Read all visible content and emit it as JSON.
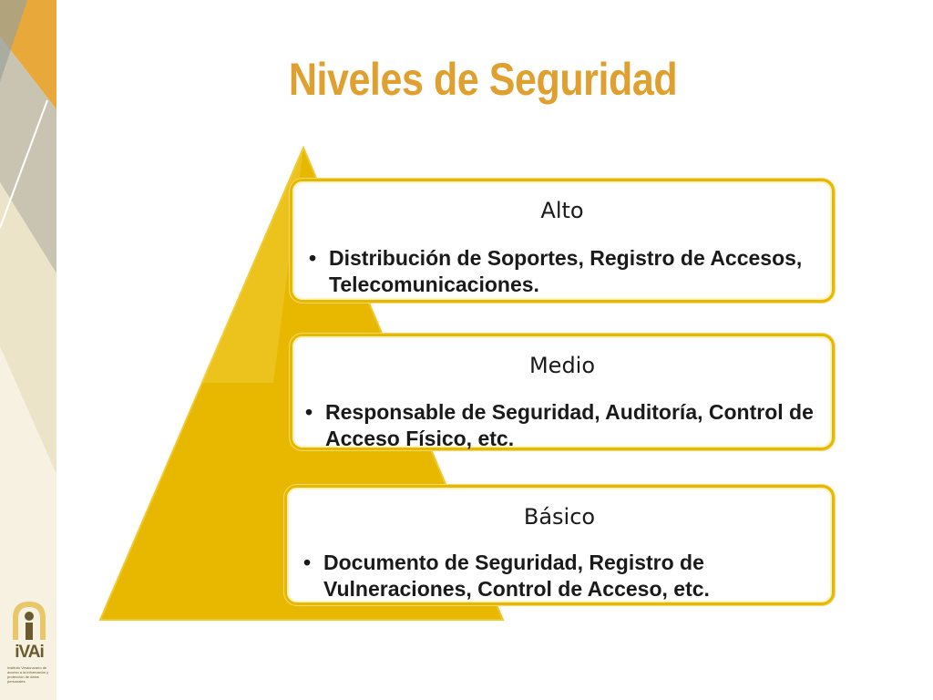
{
  "slide": {
    "title": "Niveles de Seguridad"
  },
  "levels": [
    {
      "heading": "Alto",
      "bullet": "Distribución de Soportes, Registro de Accesos, Telecomunicaciones."
    },
    {
      "heading": "Medio",
      "bullet": "Responsable de Seguridad, Auditoría, Control de Acceso Físico, etc."
    },
    {
      "heading": "Básico",
      "bullet": "Documento de Seguridad, Registro de Vulneraciones, Control de Acceso, etc."
    }
  ],
  "logo": {
    "wordmark": "iVAi",
    "caption": "Instituto Veracruzano de acceso a la información y protección de datos personales"
  },
  "colors": {
    "title": "#e0a030",
    "pyramid": "#e8b800",
    "box_border": "#e8b800",
    "sidebar_gold": "#e8a93a",
    "sidebar_gray": "#b9b5a6"
  }
}
